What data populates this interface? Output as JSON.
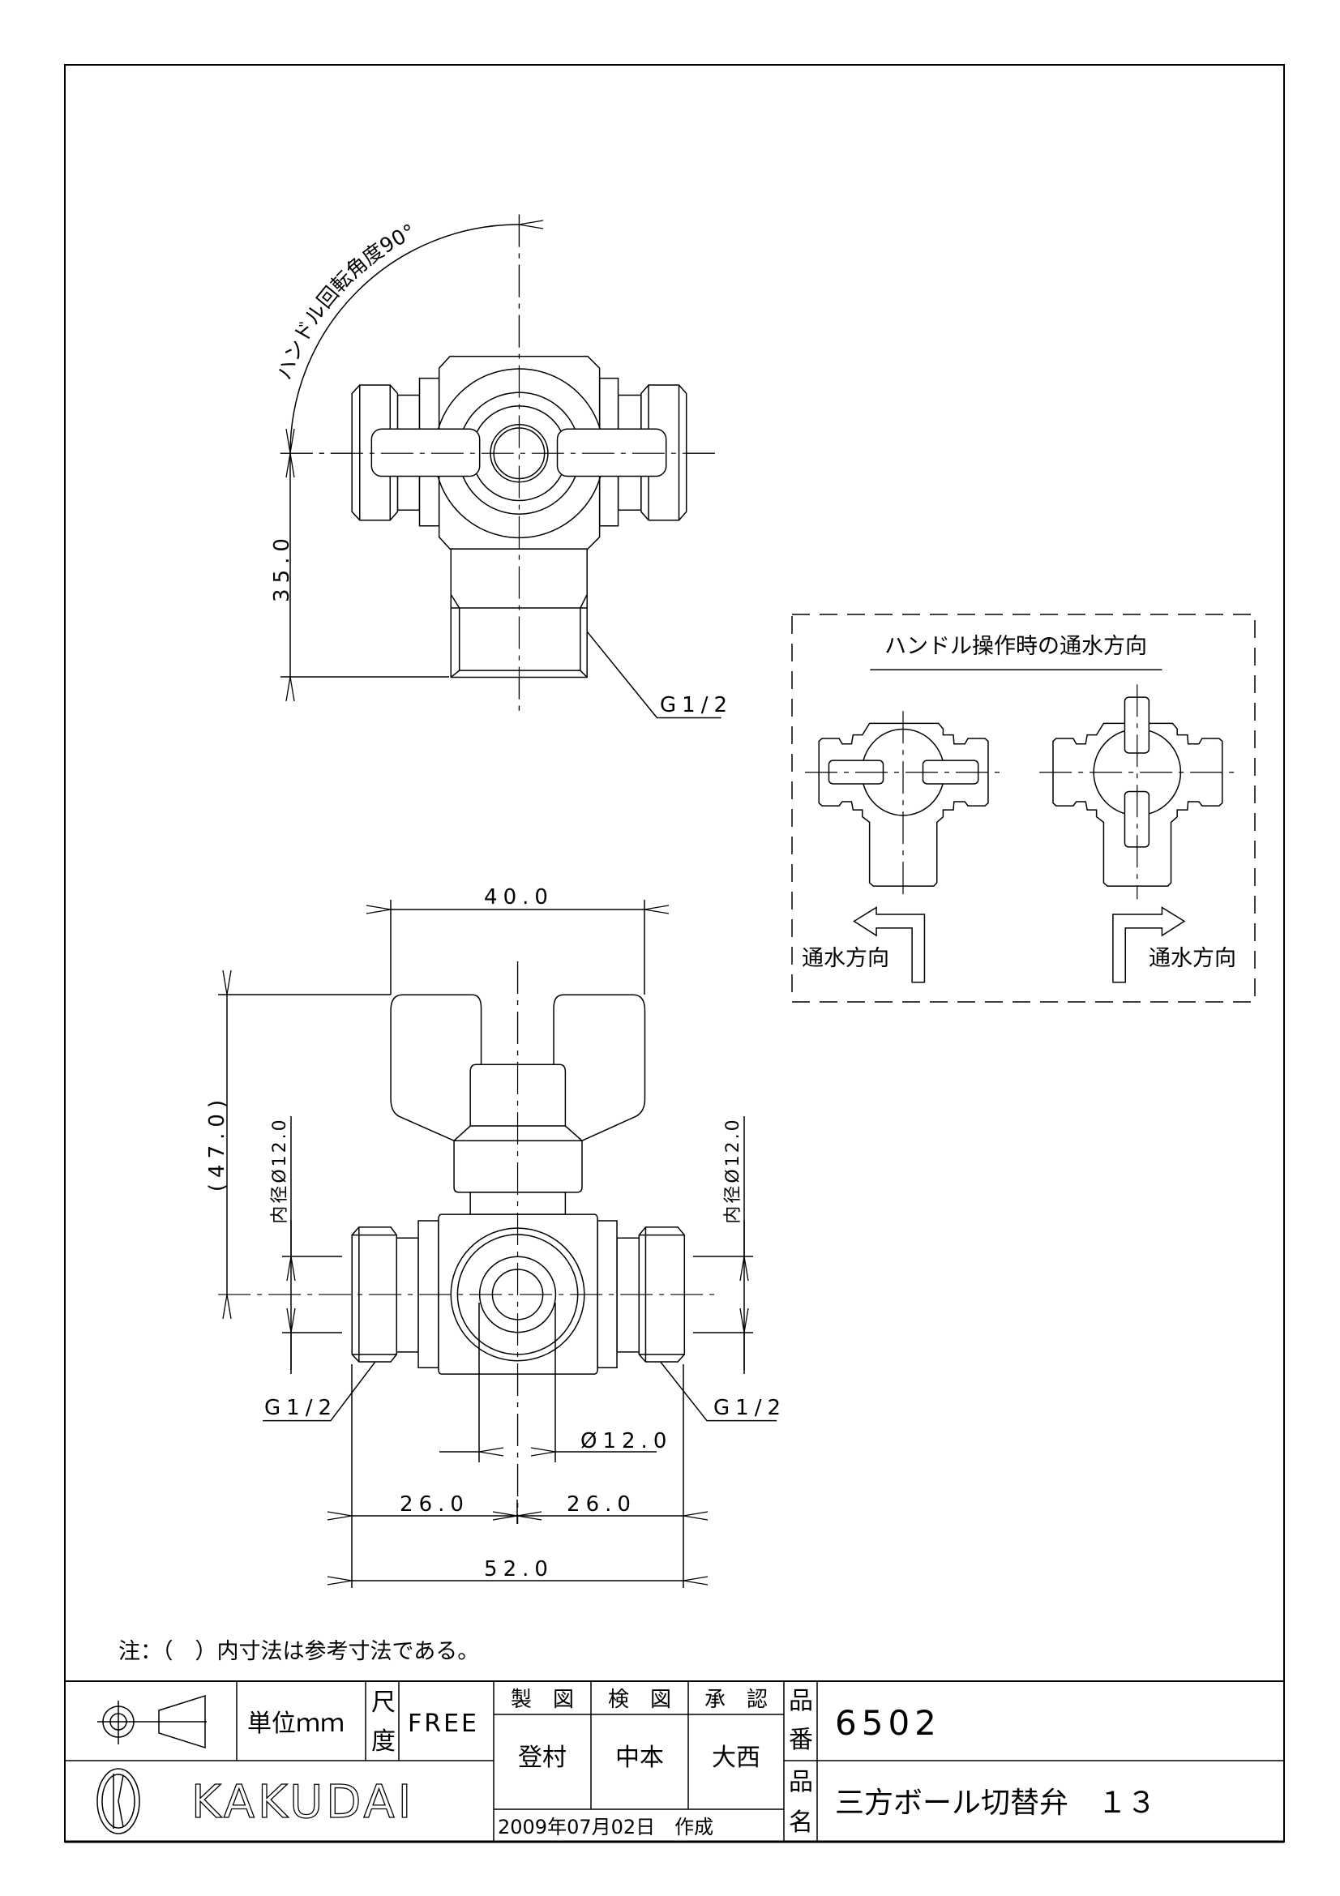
{
  "top_view": {
    "rotation_label": "ハンドル回転角度90°",
    "height_dim": "35.0",
    "thread_label": "G1/2"
  },
  "front_view": {
    "handle_width_dim": "40.0",
    "reference_height_dim": "(47.0)",
    "inner_dia_left": "内径Ø12.0",
    "inner_dia_right": "内径Ø12.0",
    "thread_left": "G1/2",
    "thread_right": "G1/2",
    "bore_dim": "Ø12.0",
    "half_length_left": "26.0",
    "half_length_right": "26.0",
    "total_length": "52.0"
  },
  "flow_legend": {
    "title": "ハンドル操作時の通水方向",
    "left_label": "通水方向",
    "right_label": "通水方向"
  },
  "note": "注：（　）内寸法は参考寸法である。",
  "title_block": {
    "unit": "単位ｍｍ",
    "scale_label_1": "尺",
    "scale_label_2": "度",
    "scale_value": "FREE",
    "drawn_header": "製　図",
    "checked_header": "検　図",
    "approved_header": "承　認",
    "drawn_by": "登村",
    "checked_by": "中本",
    "approved_by": "大西",
    "date": "2009年07月02日　作成",
    "part_no_label_1": "品",
    "part_no_label_2": "番",
    "part_no": "6502",
    "part_name_label_1": "品",
    "part_name_label_2": "名",
    "part_name": "三方ボール切替弁　１３",
    "company": "KAKUDAI"
  }
}
